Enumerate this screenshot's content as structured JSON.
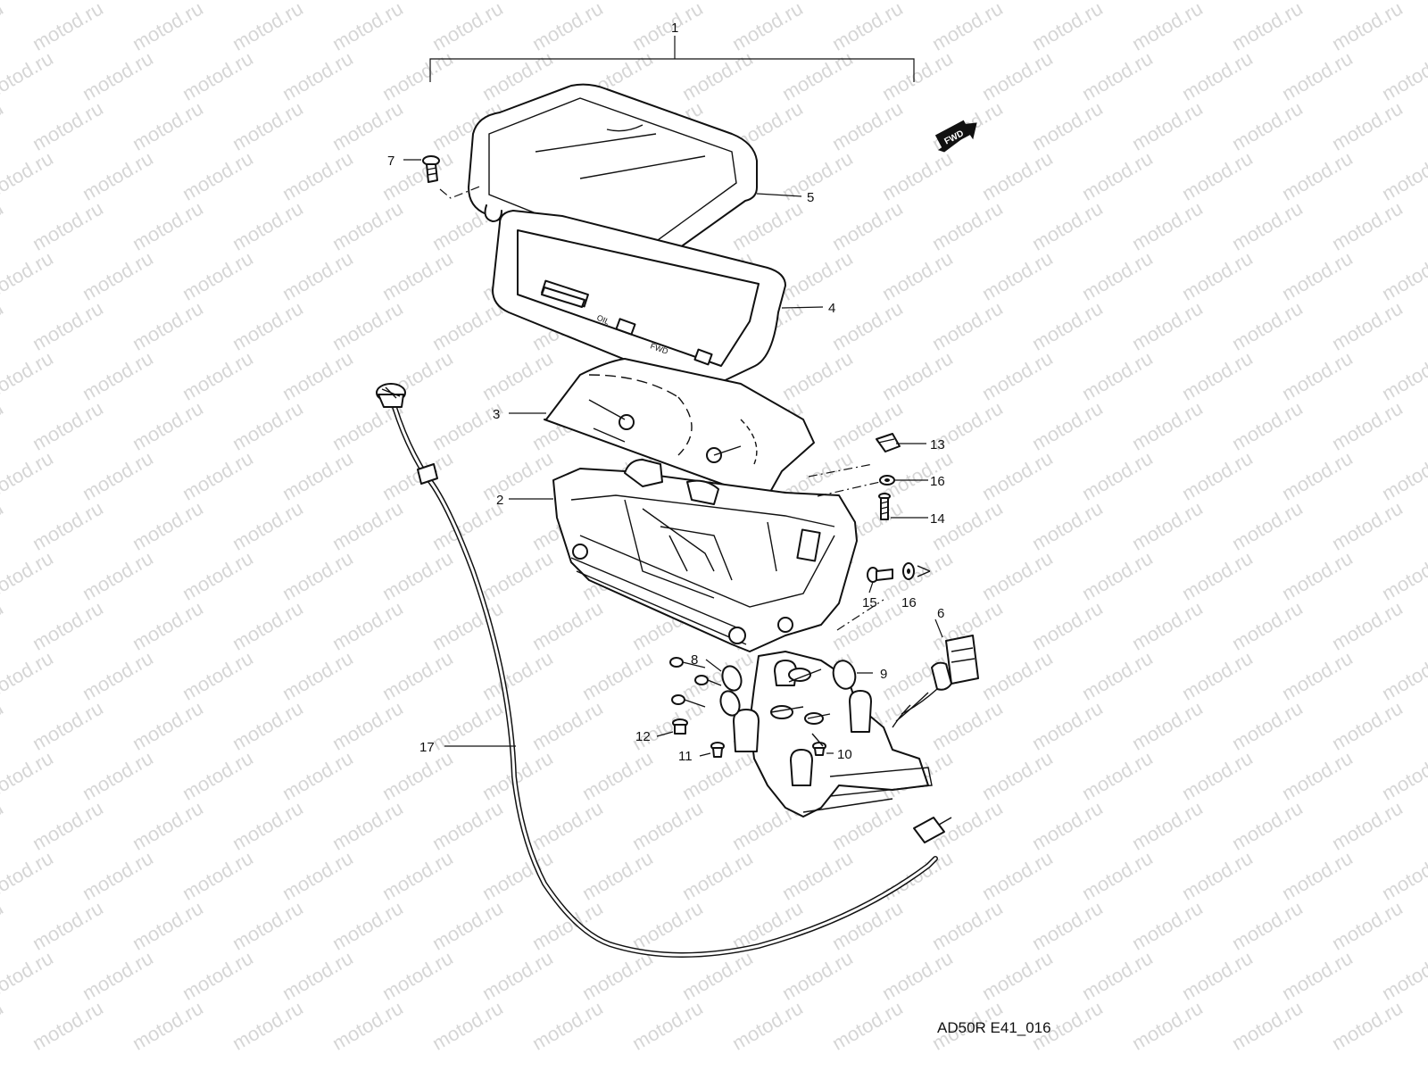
{
  "watermark": {
    "text": "motod.ru"
  },
  "figure_code": "AD50R E41_016",
  "fwd_label": "FWD",
  "cluster_labels": {
    "fuel_oil": "OIL",
    "indicator": "FWD"
  },
  "callouts": [
    {
      "id": "c1",
      "number": "1",
      "part": "meter-assembly"
    },
    {
      "id": "c2",
      "number": "2",
      "part": "meter-case"
    },
    {
      "id": "c3",
      "number": "3",
      "part": "meter-plate"
    },
    {
      "id": "c4",
      "number": "4",
      "part": "meter-panel"
    },
    {
      "id": "c5",
      "number": "5",
      "part": "meter-lens-cover"
    },
    {
      "id": "c6",
      "number": "6",
      "part": "wiring-connector"
    },
    {
      "id": "c7",
      "number": "7",
      "part": "cover-screw"
    },
    {
      "id": "c8",
      "number": "8",
      "part": "bulb-lens"
    },
    {
      "id": "c9",
      "number": "9",
      "part": "bulb-lens-right"
    },
    {
      "id": "c10",
      "number": "10",
      "part": "socket-screw"
    },
    {
      "id": "c11",
      "number": "11",
      "part": "terminal-screw"
    },
    {
      "id": "c12",
      "number": "12",
      "part": "terminal-bolt"
    },
    {
      "id": "c13",
      "number": "13",
      "part": "clip-nut"
    },
    {
      "id": "c14",
      "number": "14",
      "part": "mount-screw"
    },
    {
      "id": "c15",
      "number": "15",
      "part": "mount-bolt"
    },
    {
      "id": "c16a",
      "number": "16",
      "part": "washer-upper"
    },
    {
      "id": "c16b",
      "number": "16",
      "part": "washer-lower"
    },
    {
      "id": "c17",
      "number": "17",
      "part": "speedometer-cable"
    }
  ]
}
